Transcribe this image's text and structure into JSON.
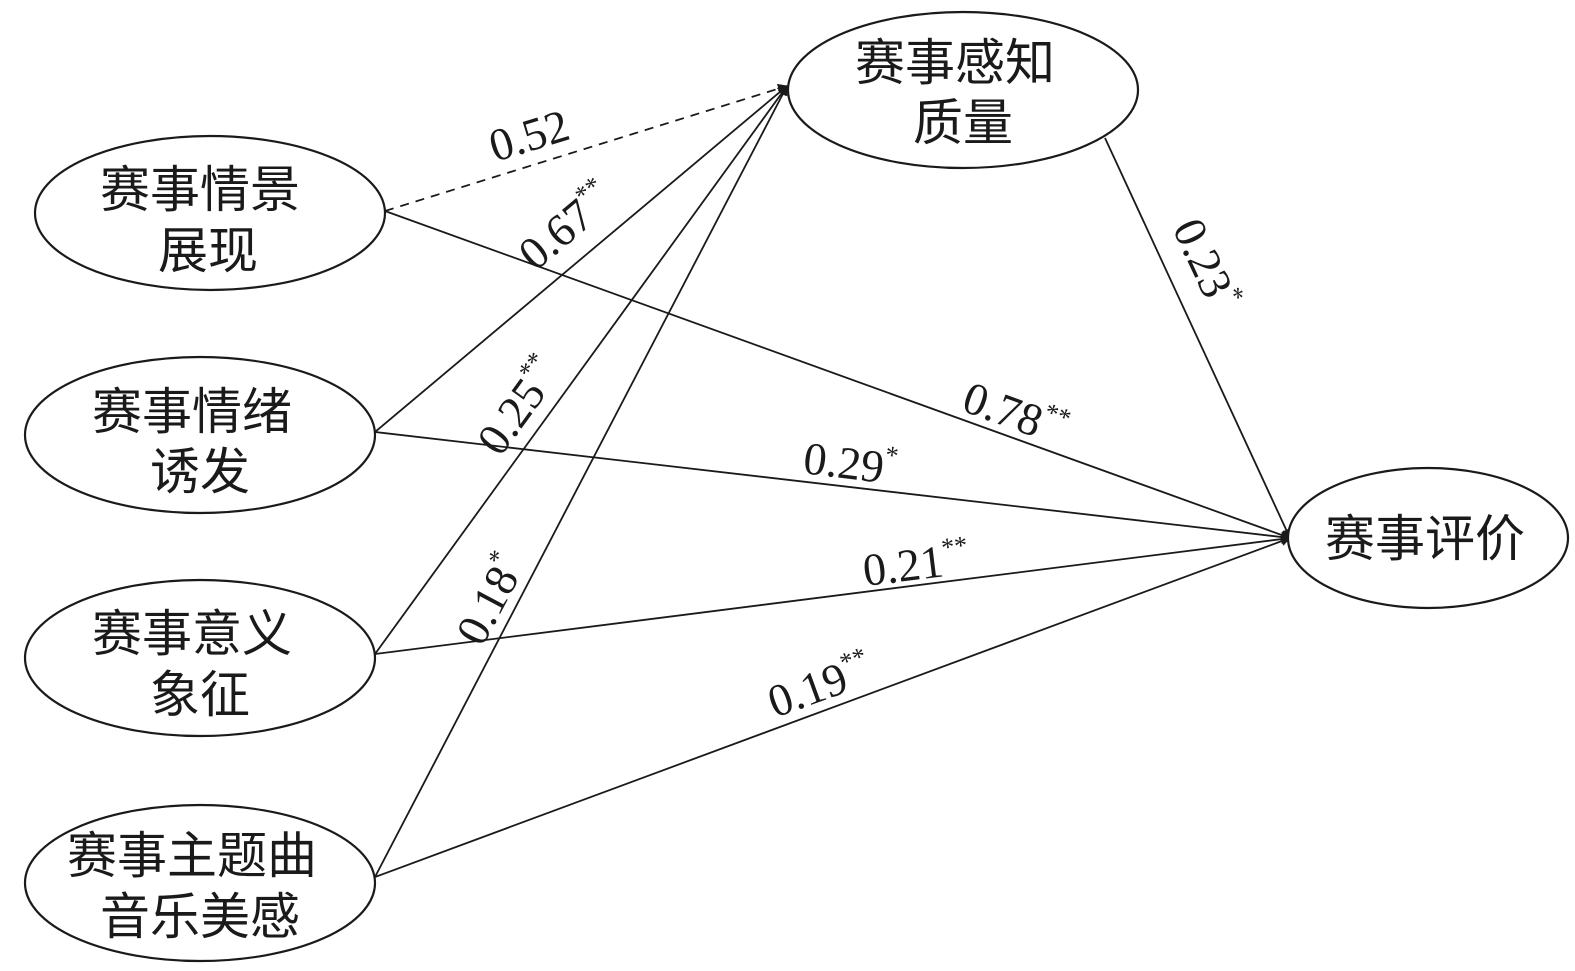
{
  "nodes": [
    {
      "id": "scene",
      "lines": [
        "赛事情景",
        "展现"
      ]
    },
    {
      "id": "emotion",
      "lines": [
        "赛事情绪",
        "诱发"
      ]
    },
    {
      "id": "meaning",
      "lines": [
        "赛事意义",
        "象征"
      ]
    },
    {
      "id": "music",
      "lines": [
        "赛事主题曲",
        "音乐美感"
      ]
    },
    {
      "id": "quality",
      "lines": [
        "赛事感知",
        "质量"
      ]
    },
    {
      "id": "eval",
      "lines": [
        "赛事评价"
      ]
    }
  ],
  "edges": [
    {
      "id": "scene-quality",
      "from": "scene",
      "to": "quality",
      "coef": "0.52",
      "sig": "",
      "style": "dashed"
    },
    {
      "id": "emotion-quality",
      "from": "emotion",
      "to": "quality",
      "coef": "0.67",
      "sig": "**",
      "style": "solid"
    },
    {
      "id": "meaning-quality",
      "from": "meaning",
      "to": "quality",
      "coef": "0.25",
      "sig": "**",
      "style": "solid"
    },
    {
      "id": "music-quality",
      "from": "music",
      "to": "quality",
      "coef": "0.18",
      "sig": "*",
      "style": "solid"
    },
    {
      "id": "scene-eval",
      "from": "scene",
      "to": "eval",
      "coef": "0.78",
      "sig": "**",
      "style": "solid"
    },
    {
      "id": "emotion-eval",
      "from": "emotion",
      "to": "eval",
      "coef": "0.29",
      "sig": "*",
      "style": "solid"
    },
    {
      "id": "meaning-eval",
      "from": "meaning",
      "to": "eval",
      "coef": "0.21",
      "sig": "**",
      "style": "solid"
    },
    {
      "id": "music-eval",
      "from": "music",
      "to": "eval",
      "coef": "0.19",
      "sig": "**",
      "style": "solid"
    },
    {
      "id": "quality-eval",
      "from": "quality",
      "to": "eval",
      "coef": "0.23",
      "sig": "*",
      "style": "solid"
    }
  ]
}
